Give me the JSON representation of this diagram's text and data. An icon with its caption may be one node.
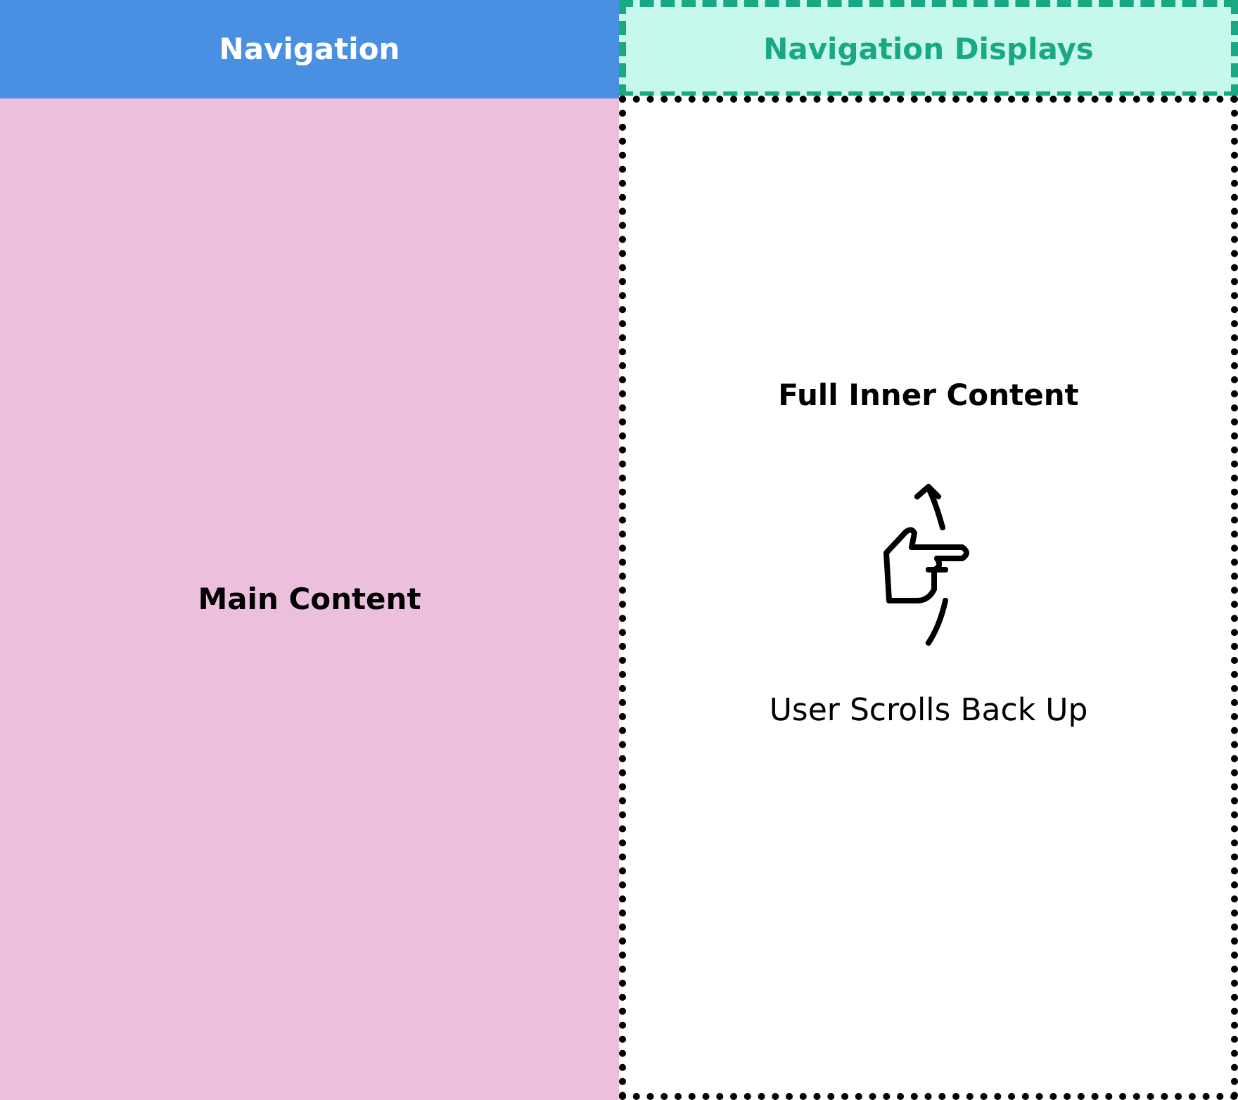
{
  "diagram": {
    "nodes": [
      {
        "text": [
          "Navigation"
        ]
      },
      {
        "text": [
          "Navigation Displays"
        ]
      },
      {
        "text": [
          "Main Content"
        ]
      },
      {
        "text": [
          "Full Inner Content",
          "User Scrolls Back Up"
        ]
      }
    ]
  }
}
